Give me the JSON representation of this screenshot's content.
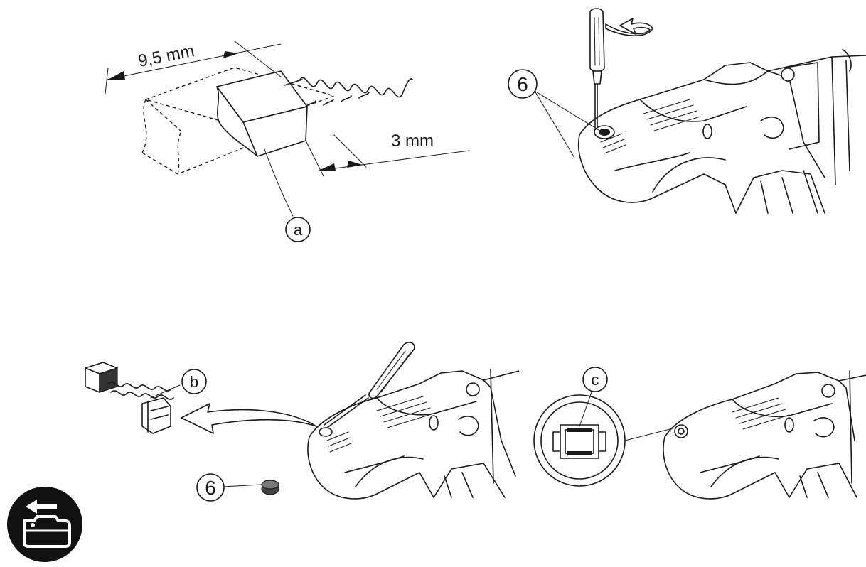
{
  "brush_dimensions": {
    "full_length": "9,5 mm",
    "min_length": "3 mm",
    "callout_a": "a"
  },
  "cap_removal": {
    "part_number": "6"
  },
  "brush_removal": {
    "callout_b": "b",
    "part_number": "6"
  },
  "holder_check": {
    "callout_c": "c"
  },
  "colors": {
    "line": "#1a1a1a",
    "badge_bg": "#111111",
    "badge_icon": "#ffffff"
  },
  "badge": {
    "icon": "battery-remove-icon"
  }
}
